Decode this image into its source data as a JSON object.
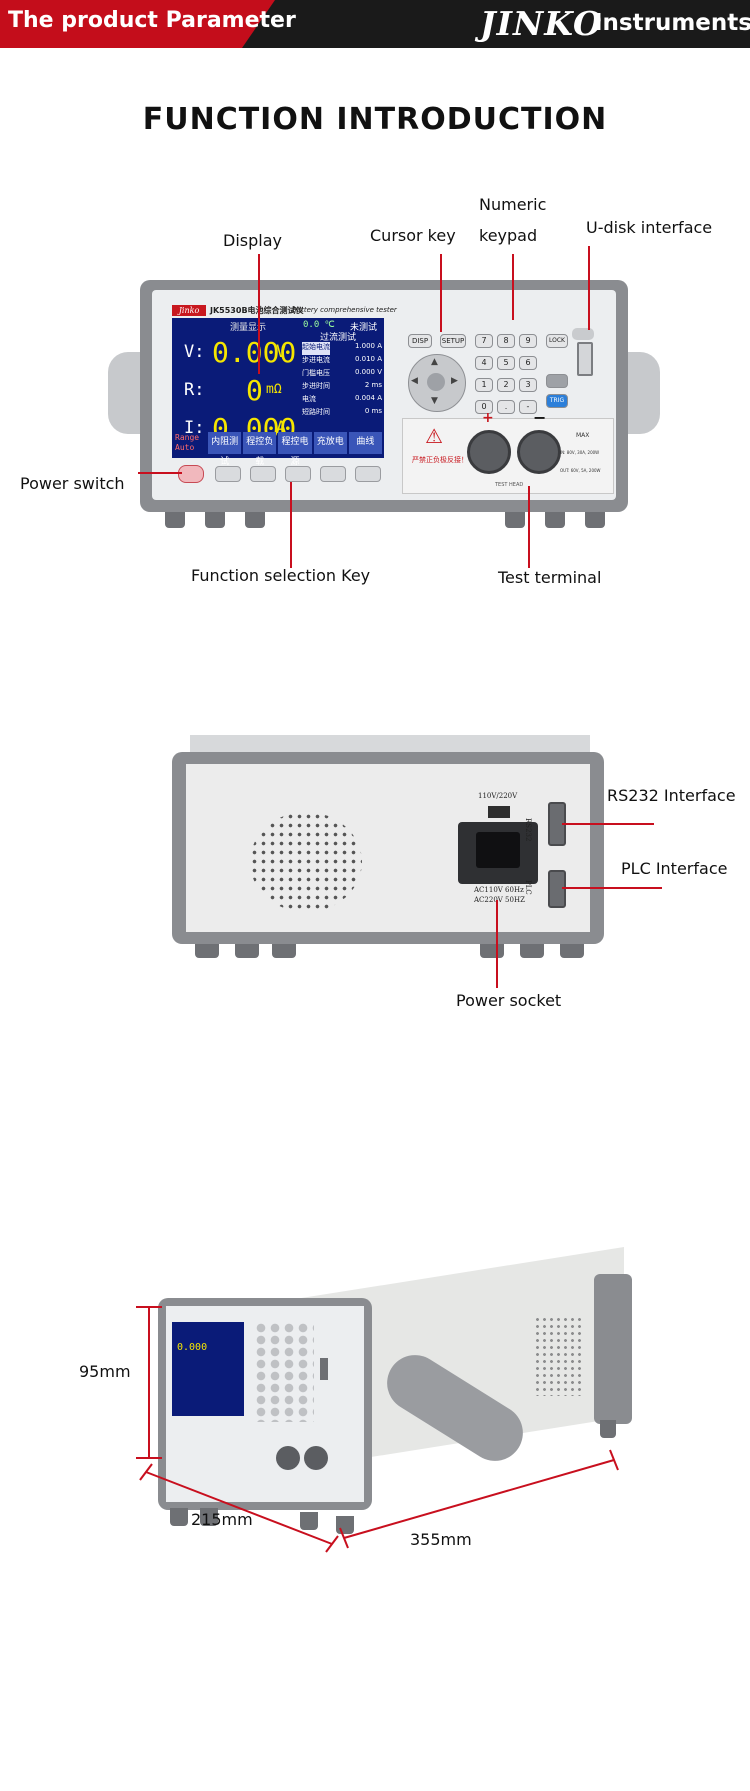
{
  "header": {
    "title": "The product Parameter",
    "logo": "JINKO",
    "brand": "Instruments"
  },
  "section_title": "FUNCTION  INTRODUCTION",
  "front_labels": {
    "display": "Display",
    "cursor_key": "Cursor key",
    "numeric_keypad_line1": "Numeric",
    "numeric_keypad_line2": "keypad",
    "udisk": "U-disk interface",
    "power_switch": "Power switch",
    "function_key": "Function selection Key",
    "test_terminal": "Test terminal"
  },
  "rear_labels": {
    "rs232": "RS232 Interface",
    "plc": "PLC Interface",
    "power_socket": "Power socket",
    "voltage_switch": "110V/220V",
    "ac_line1": "AC110V  60Hz",
    "ac_line2": "AC220V  50HZ",
    "rs232_port": "RS232",
    "plc_port": "PLC"
  },
  "dimensions": {
    "height": "95mm",
    "width": "215mm",
    "depth": "355mm"
  },
  "device": {
    "brand_badge": "Jinko",
    "model_title": "JK5530B电池综合测试仪",
    "model_subtitle": "Battery comprehensive tester",
    "screen": {
      "header_left": "测量显示",
      "temperature": "0.0  ℃",
      "status": "未测试",
      "v_label": "V:",
      "v_value": "0.000",
      "v_unit": "V",
      "r_label": "R:",
      "r_value": "0",
      "r_unit": "mΩ",
      "i_label": "I:",
      "i_value": "0.000",
      "i_unit": "A",
      "range": "Range",
      "auto": "Auto",
      "test_title": "过流测试",
      "params": [
        {
          "name": "起始电流",
          "value": "1.000 A"
        },
        {
          "name": "步进电流",
          "value": "0.010 A"
        },
        {
          "name": "门槛电压",
          "value": "0.000 V"
        },
        {
          "name": "步进时间",
          "value": "2  ms"
        },
        {
          "name": "电流",
          "value": "0.004 A"
        },
        {
          "name": "短路时间",
          "value": "0  ms"
        }
      ],
      "softkeys": [
        "内阻测试",
        "程控负载",
        "程控电源",
        "充放电",
        "曲线"
      ]
    },
    "keys": {
      "disp": "DISP",
      "setup": "SETUP",
      "lock": "LOCK",
      "trig": "TRIG",
      "numbers": [
        "7",
        "8",
        "9",
        "4",
        "5",
        "6",
        "1",
        "2",
        "3",
        "0",
        ".",
        "-"
      ]
    },
    "terminal_text": {
      "warning": "严禁正负极反接！",
      "max": "MAX",
      "in_spec": "IN: 80V, 30A, 200W",
      "out_spec": "OUT: 60V, 5A, 200W",
      "test_head": "TEST HEAD"
    }
  },
  "colors": {
    "header_red": "#c40d1b",
    "header_dark": "#1a1a1a",
    "callout_line": "#c80f1e",
    "screen_blue": "#0a1b78",
    "readout_yellow": "#f5e600"
  }
}
